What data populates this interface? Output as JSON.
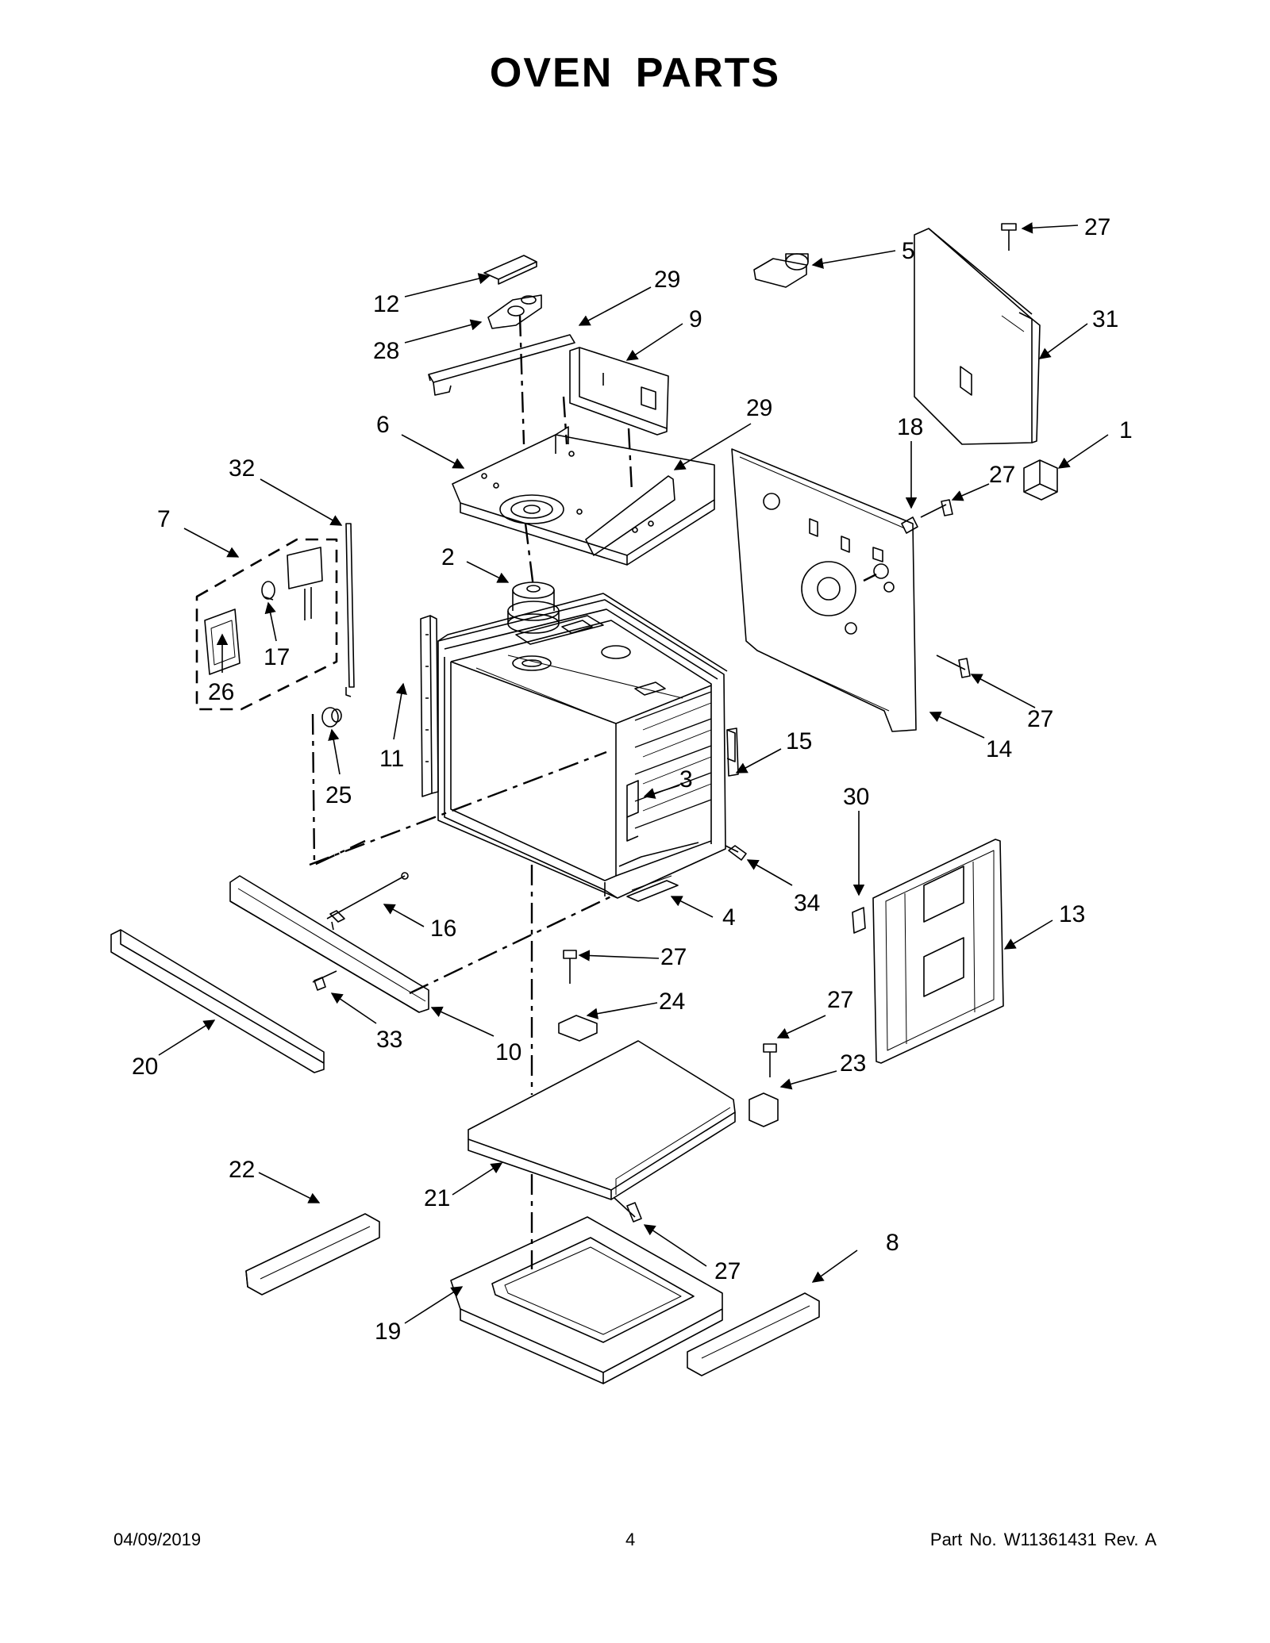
{
  "title": "OVEN PARTS",
  "footer": {
    "date": "04/09/2019",
    "page": "4",
    "part_number": "Part No.  W11361431   Rev.  A"
  },
  "callouts": {
    "c1": "1",
    "c2": "2",
    "c3": "3",
    "c4": "4",
    "c5": "5",
    "c6": "6",
    "c7": "7",
    "c8": "8",
    "c9": "9",
    "c10": "10",
    "c11": "11",
    "c12": "12",
    "c13": "13",
    "c14": "14",
    "c15": "15",
    "c16": "16",
    "c17": "17",
    "c18": "18",
    "c19": "19",
    "c20": "20",
    "c21": "21",
    "c22": "22",
    "c23": "23",
    "c24": "24",
    "c25": "25",
    "c26": "26",
    "c28": "28",
    "c29a": "29",
    "c29b": "29",
    "c30": "30",
    "c31": "31",
    "c32": "32",
    "c33": "33",
    "c34": "34",
    "c27a": "27",
    "c27b": "27",
    "c27c": "27",
    "c27d": "27",
    "c27e": "27",
    "c27f": "27"
  }
}
